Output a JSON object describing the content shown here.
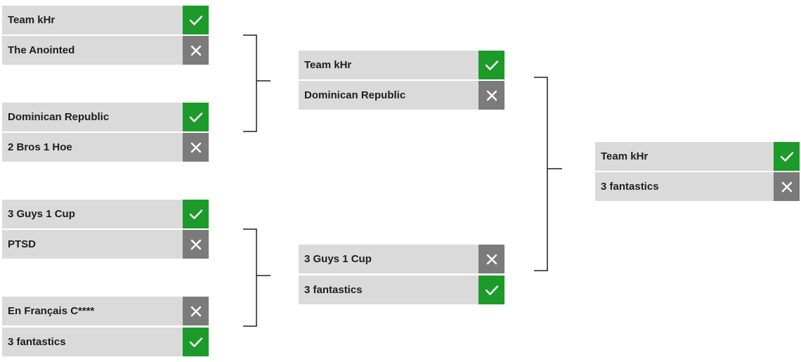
{
  "round1": [
    {
      "team": "Team kHr",
      "result": "win"
    },
    {
      "team": "The Anointed",
      "result": "loss"
    },
    {
      "team": "Dominican Republic",
      "result": "win"
    },
    {
      "team": "2 Bros 1 Hoe",
      "result": "loss"
    },
    {
      "team": "3 Guys 1 Cup",
      "result": "win"
    },
    {
      "team": "PTSD",
      "result": "loss"
    },
    {
      "team": "En Français C****",
      "result": "loss"
    },
    {
      "team": "3 fantastics",
      "result": "win"
    }
  ],
  "round2": [
    {
      "team": "Team kHr",
      "result": "win"
    },
    {
      "team": "Dominican Republic",
      "result": "loss"
    },
    {
      "team": "3 Guys 1 Cup",
      "result": "loss"
    },
    {
      "team": "3 fantastics",
      "result": "win"
    }
  ],
  "final": [
    {
      "team": "Team kHr",
      "result": "win"
    },
    {
      "team": "3 fantastics",
      "result": "loss"
    }
  ],
  "colors": {
    "win": "#1c9a2a",
    "loss": "#7b7b7b",
    "slot": "#dadada",
    "connector": "#1e1e1e"
  }
}
